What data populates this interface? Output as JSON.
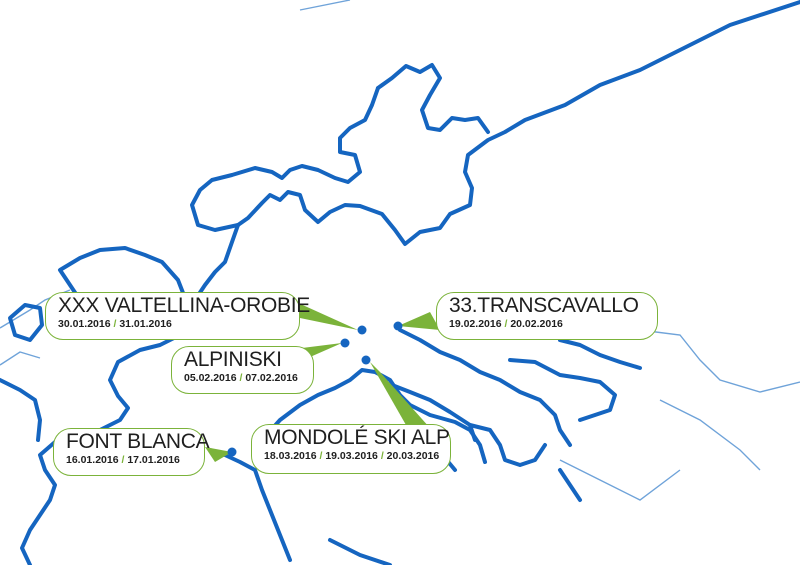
{
  "colors": {
    "coastline": "#1565c0",
    "grid": "#6fa3d9",
    "accent": "#7bb33a",
    "marker": "#1565c0"
  },
  "events": [
    {
      "id": "valtellina",
      "name": "XXX VALTELLINA-OROBIE",
      "dates": [
        "30.01.2016",
        "31.01.2016"
      ]
    },
    {
      "id": "alpiniski",
      "name": "ALPINISKI",
      "dates": [
        "05.02.2016",
        "07.02.2016"
      ]
    },
    {
      "id": "transcavallo",
      "name": "33.TRANSCAVALLO",
      "dates": [
        "19.02.2016",
        "20.02.2016"
      ]
    },
    {
      "id": "fontblanca",
      "name": "FONT BLANCA",
      "dates": [
        "16.01.2016",
        "17.01.2016"
      ]
    },
    {
      "id": "mondole",
      "name": "MONDOLÉ SKI ALP",
      "dates": [
        "18.03.2016",
        "19.03.2016",
        "20.03.2016"
      ]
    }
  ]
}
